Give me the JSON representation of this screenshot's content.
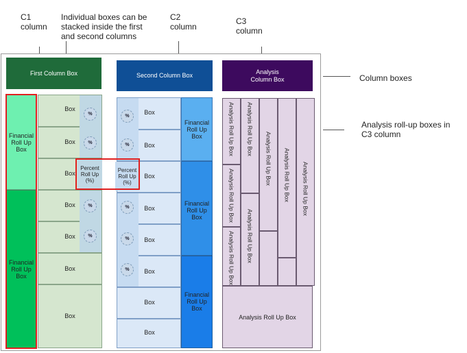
{
  "annotations": {
    "c1": "C1\ncolumn",
    "stack": "Individual boxes can be\nstacked inside the first\nand second columns",
    "c2": "C2\ncolumn",
    "c3": "C3\ncolumn",
    "column_boxes": "Column boxes",
    "analysis_rollup": "Analysis roll-up boxes in\nC3 column"
  },
  "headers": {
    "first": "First Column Box",
    "second": "Second Column Box",
    "third": "Analysis\nColumn Box"
  },
  "labels": {
    "box": "Box",
    "percent_symbol": "%",
    "percent_rollup": "Percent\nRoll Up\n(%)",
    "financial_rollup": "Financial\nRoll Up\nBox",
    "analysis_rollup": "Analysis Roll Up Box"
  },
  "colors": {
    "first_header": "#1f6b3a",
    "second_header": "#0f4f96",
    "third_header": "#3d0a5e",
    "financial_light_green": "#6ef0b0",
    "financial_green": "#00c05a",
    "financial_blue_1": "#5aaff0",
    "financial_blue_2": "#2f8fe8",
    "financial_blue_3": "#1a7de8",
    "highlight_red": "#e02020"
  }
}
